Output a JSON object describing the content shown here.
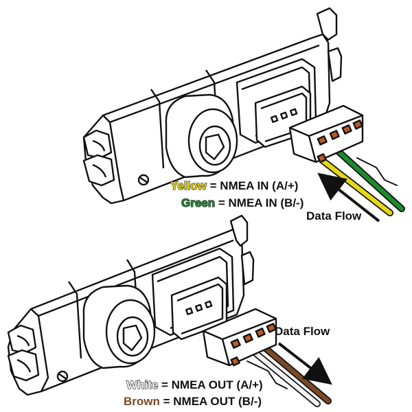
{
  "colors": {
    "yellow": "#e6d619",
    "green": "#1c8a2e",
    "white": "#f2f2f2",
    "brown": "#7a4a26",
    "text": "#111111",
    "outline": "#111111",
    "contact": "#b85a24"
  },
  "top_diagram": {
    "legend": {
      "line1_color_word": "Yellow",
      "line1_text": " = NMEA IN (A/+)",
      "line2_color_word": "Green",
      "line2_text": " = NMEA IN (B/-)"
    },
    "flow_label": "Data Flow",
    "flow_direction": "in"
  },
  "bottom_diagram": {
    "legend": {
      "line1_color_word": "White",
      "line1_text": " = NMEA OUT (A/+)",
      "line2_color_word": "Brown",
      "line2_text": " = NMEA OUT (B/-)"
    },
    "flow_label": "Data Flow",
    "flow_direction": "out"
  }
}
